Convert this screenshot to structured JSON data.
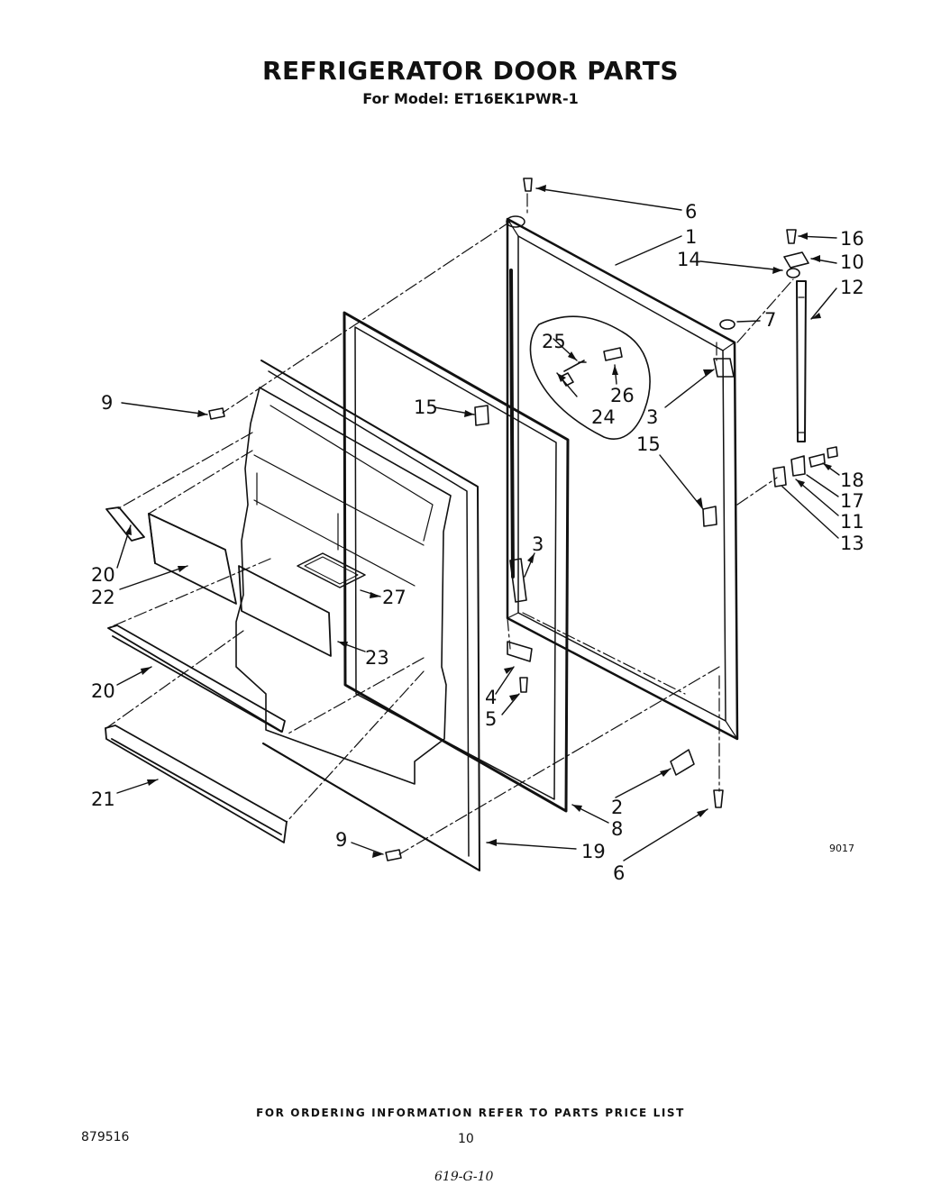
{
  "header": {
    "title": "REFRIGERATOR DOOR PARTS",
    "subtitle": "For Model: ET16EK1PWR-1"
  },
  "diagram": {
    "figure_code": "9017",
    "labels": {
      "l1": "1",
      "l2": "2",
      "l3a": "3",
      "l3b": "3",
      "l4": "4",
      "l5": "5",
      "l6a": "6",
      "l6b": "6",
      "l7": "7",
      "l8": "8",
      "l9a": "9",
      "l9b": "9",
      "l10": "10",
      "l11": "11",
      "l12": "12",
      "l13": "13",
      "l14": "14",
      "l15a": "15",
      "l15b": "15",
      "l16": "16",
      "l17": "17",
      "l18": "18",
      "l19": "19",
      "l20a": "20",
      "l20b": "20",
      "l21": "21",
      "l22": "22",
      "l23": "23",
      "l24": "24",
      "l25": "25",
      "l26": "26",
      "l27": "27"
    }
  },
  "footer": {
    "ordering_note": "FOR ORDERING INFORMATION REFER TO PARTS PRICE LIST",
    "doc_number": "879516",
    "page_number": "10",
    "handwritten_note": "619-G-10"
  }
}
